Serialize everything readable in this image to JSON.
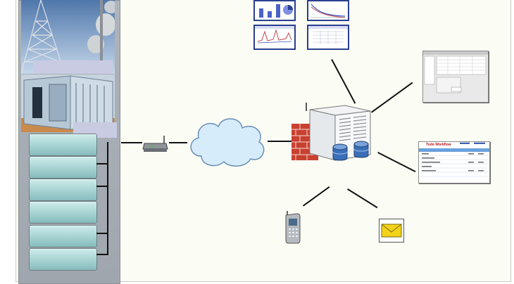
{
  "diagram": {
    "modules": [
      "",
      "",
      "",
      "",
      "",
      ""
    ],
    "nodes": [
      "wireless-router",
      "network-cloud",
      "firewall",
      "server-rack",
      "database-1",
      "database-2",
      "mobile-phone",
      "email-envelope",
      "desktop-application-screen",
      "web-workflow-screen",
      "chart-reports"
    ],
    "colors": {
      "panel": "#fbfcf4",
      "module_top": "#cdeceb",
      "module_bottom": "#86bcbd",
      "cloud": "#d7ecfb",
      "firewall": "#c8402f",
      "db": "#3a6fb8",
      "link": "#111111"
    },
    "workflow_screen_title": "Todo Workflow"
  }
}
